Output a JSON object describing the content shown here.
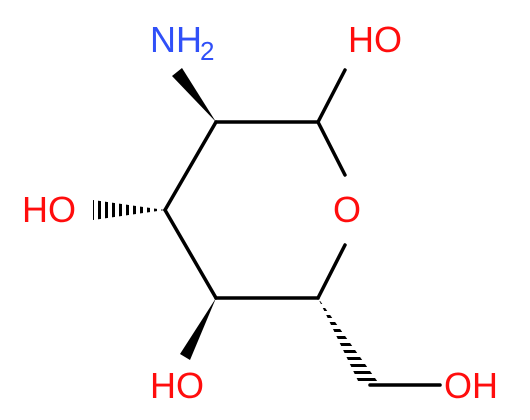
{
  "molecule": {
    "colors": {
      "bond": "#000000",
      "oxygen": "#ff0d0d",
      "nitrogen": "#3050f8"
    },
    "labels": {
      "amine": "NH",
      "amine_subscript": "2",
      "anomeric_oh": "HO",
      "ring_oxygen": "O",
      "c3_oh": "HO",
      "c4_oh": "HO",
      "c6_oh": "OH"
    }
  }
}
